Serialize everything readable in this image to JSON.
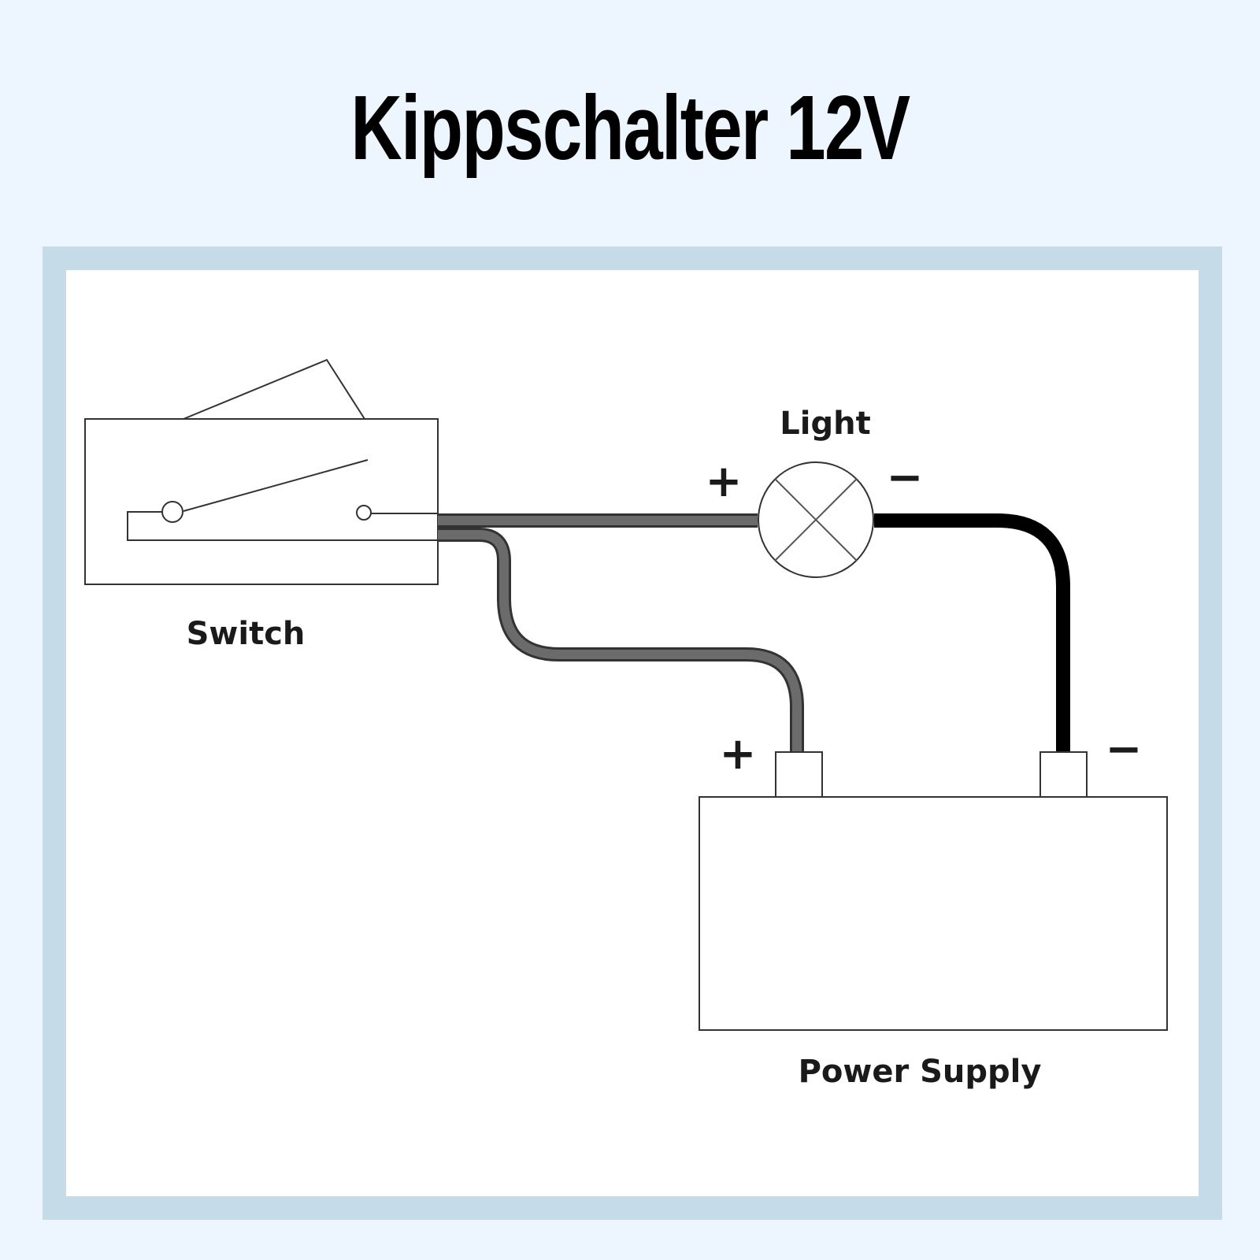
{
  "title": "Kippschalter 12V",
  "labels": {
    "switch": "Switch",
    "light": "Light",
    "power_supply": "Power Supply",
    "light_plus": "+",
    "light_minus": "−",
    "battery_plus": "+",
    "battery_minus": "−"
  },
  "colors": {
    "background": "#edf5fe",
    "frame": "#c5dce8",
    "positive_wire": "#6b6b6b",
    "negative_wire": "#000000"
  }
}
